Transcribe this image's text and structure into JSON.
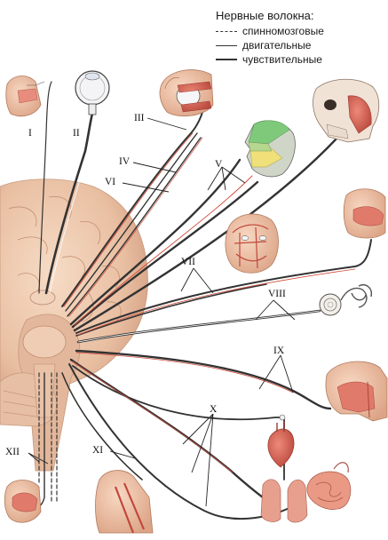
{
  "legend": {
    "title": "Нервные волокна:",
    "items": [
      {
        "style": "dashed",
        "label": "спинномозговые"
      },
      {
        "style": "thin-solid",
        "label": "двигательные"
      },
      {
        "style": "thick-solid",
        "label": "чувствительные"
      }
    ]
  },
  "nerve_labels": {
    "I": "I",
    "II": "II",
    "III": "III",
    "IV": "IV",
    "V": "V",
    "VI": "VI",
    "VII": "VII",
    "VIII": "VIII",
    "IX": "IX",
    "X": "X",
    "XI": "XI",
    "XII": "XII"
  },
  "colors": {
    "brain": "#ecc8ad",
    "brain_shadow": "#d9a98b",
    "skin": "#f0c4a8",
    "muscle": "#d05a4e",
    "nerve_outer": "#333333",
    "nerve_red": "#d04a3a",
    "face_green": "#7ec97a",
    "face_grey": "#cfd6c8",
    "face_yellow": "#f0e07a"
  }
}
